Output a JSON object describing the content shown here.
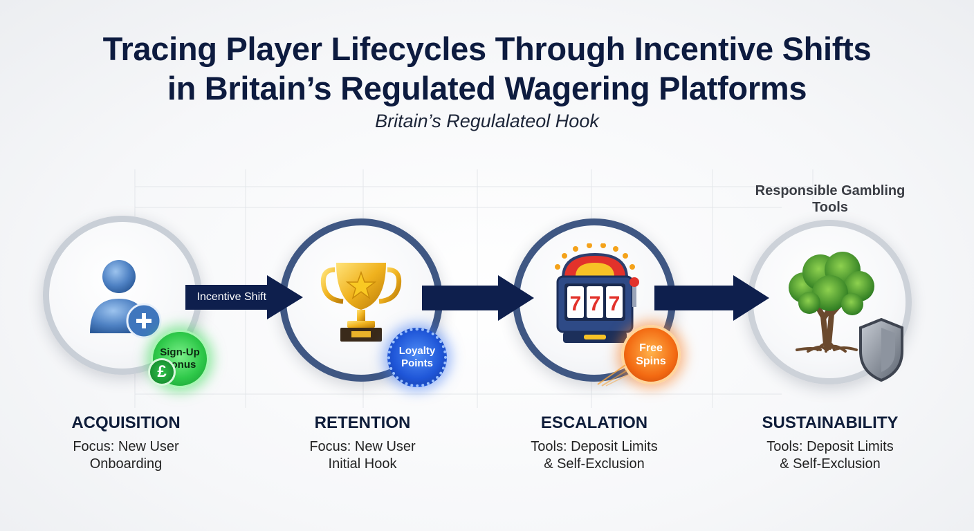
{
  "title_line1": "Tracing Player Lifecycles Through Incentive Shifts",
  "title_line2": "in Britain’s Regulated Wagering Platforms",
  "subtitle": "Britain’s Regulalateol Hook",
  "incentive_shift_label": "Incentive Shift:",
  "responsible_tools_label": "Responsible Gambling Tools",
  "badges": {
    "signup": "Sign-Up Bonus",
    "pound": "£",
    "loyalty": "Loyalty Points",
    "free_spins": "Free Spins"
  },
  "stages": [
    {
      "title": "ACQUISITION",
      "line1": "Focus: New User",
      "line2": "Onboarding",
      "icon": "add-user-icon"
    },
    {
      "title": "RETENTION",
      "line1": "Focus: New User",
      "line2": "Initial Hook",
      "icon": "trophy-icon"
    },
    {
      "title": "ESCALATION",
      "line1": "Tools: Deposit Limits",
      "line2": "& Self-Exclusion",
      "icon": "slot-machine-icon"
    },
    {
      "title": "SUSTAINABILITY",
      "line1": "Tools: Deposit Limits",
      "line2": "& Self-Exclusion",
      "icon": "tree-shield-icon"
    }
  ],
  "slot_reels": [
    "7",
    "7",
    "7"
  ],
  "colors": {
    "navy": "#0e1f4d",
    "ring_active": "#3f5783",
    "ring_muted": "#c9cfd7",
    "green": "#2fc94a",
    "blue": "#1f56d8",
    "orange": "#f36a12"
  }
}
